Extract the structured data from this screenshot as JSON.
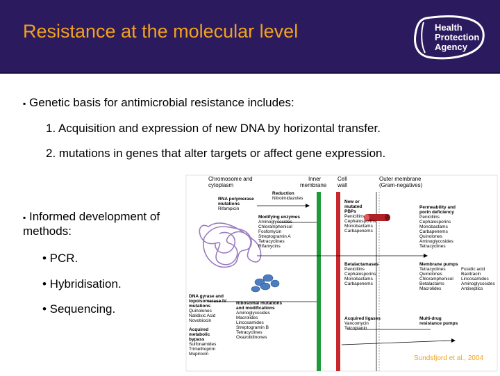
{
  "slide": {
    "title": "Resistance at the molecular level",
    "logo": {
      "line1": "Health",
      "line2": "Protection",
      "line3": "Agency"
    },
    "colors": {
      "header_bg": "#2b1a5e",
      "title": "#f2a21b",
      "citation": "#f2a21b"
    }
  },
  "body": {
    "point1": "Genetic basis for antimicrobial resistance includes:",
    "sub1": "1. Acquisition and expression of new DNA by horizontal transfer.",
    "sub2": "2. mutations in genes that alter targets or affect gene expression.",
    "point2_line1": "Informed development of",
    "point2_line2": "methods:",
    "methods": [
      "• PCR.",
      "• Hybridisation.",
      "• Sequencing."
    ]
  },
  "diagram": {
    "headers": {
      "chromosome": [
        "Chromosome and",
        "cytoplasm"
      ],
      "inner": [
        "Inner",
        "membrane"
      ],
      "cell": [
        "Cell",
        "wall"
      ],
      "outer": [
        "Outer membrane",
        "(Gram-negatives)"
      ]
    },
    "blocks": {
      "rna": [
        "RNA polymerase",
        "mutations",
        "Rifampicin"
      ],
      "reduction": [
        "Reduction",
        "Nitroimidazoles"
      ],
      "modifying": [
        "Modifying enzymes",
        "Aminoglycosides",
        "Chloramphenicol",
        "Fosfomycin",
        "Streptogramin A",
        "Tetracyclines",
        "Rifamycins"
      ],
      "pbps": [
        "New or",
        "mutated",
        "PBPs",
        "Penicillins",
        "Cephalosporins",
        "Monobactams",
        "Carbapenems"
      ],
      "permeability": [
        "Permeability and",
        "porin deficiency",
        "Penicillins",
        "Cephalosporins",
        "Monobactams",
        "Carbapenems",
        "Quinolones",
        "Aminoglycosides",
        "Tetracyclines"
      ],
      "betalactamases": [
        "Betalactamases",
        "Penicillins",
        "Cephalosporins",
        "Monobactams",
        "Carbapenems"
      ],
      "pumps_col1": [
        "Membrane pumps",
        "Tetracyclines",
        "Quinolones",
        "Chloramphenicol",
        "Betalactams",
        "Macrolides"
      ],
      "pumps_col2": [
        "Fusidic acid",
        "Bacitracin",
        "Lincosamides",
        "Aminoglycosides",
        "Antiseptics"
      ],
      "gyrase": [
        "DNA gyrase and",
        "topoisomerase IV",
        "mutations",
        "Quinolones",
        "Nalidixic Acid",
        "Novobiocin"
      ],
      "acquired_bypass": [
        "Acquired",
        "metabolic",
        "bypass",
        "Sulfonamides",
        "Trimethoprim",
        "Mupirocin"
      ],
      "ribosomal": [
        "Ribosomal mutations",
        "and modifications",
        "Aminoglycosides",
        "Macrolides",
        "Lincosamides",
        "Streptogramin B",
        "Tetracyclines",
        "Oxazolidinones"
      ],
      "ligases": [
        "Acquired ligases",
        "Vancomycin",
        "Teicoplanin"
      ],
      "multidrug": [
        "Multi-drug",
        "resistance pumps"
      ]
    },
    "citation": "Sundsfjord et al., 2004"
  }
}
